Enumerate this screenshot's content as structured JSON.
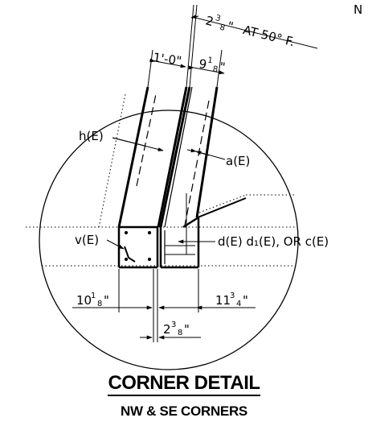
{
  "corner_letter": "N",
  "dims": {
    "gap_top": {
      "whole": "2",
      "num": "3",
      "den": "8",
      "unit": "\"",
      "note": "AT 50° F."
    },
    "width_left": "1'-0\"",
    "width_right": {
      "whole": "9",
      "num": "1",
      "den": "8",
      "unit": "\""
    },
    "bottom_left": {
      "whole": "10",
      "num": "1",
      "den": "8",
      "unit": "\""
    },
    "bottom_right": {
      "whole": "11",
      "num": "3",
      "den": "4",
      "unit": "\""
    },
    "bottom_gap": {
      "whole": "2",
      "num": "3",
      "den": "8",
      "unit": "\""
    }
  },
  "labels": {
    "h": "h(E)",
    "a": "a(E)",
    "v": "v(E)",
    "d": "d(E) d₁(E), OR c(E)"
  },
  "title": "CORNER DETAIL",
  "subtitle": "NW & SE CORNERS"
}
